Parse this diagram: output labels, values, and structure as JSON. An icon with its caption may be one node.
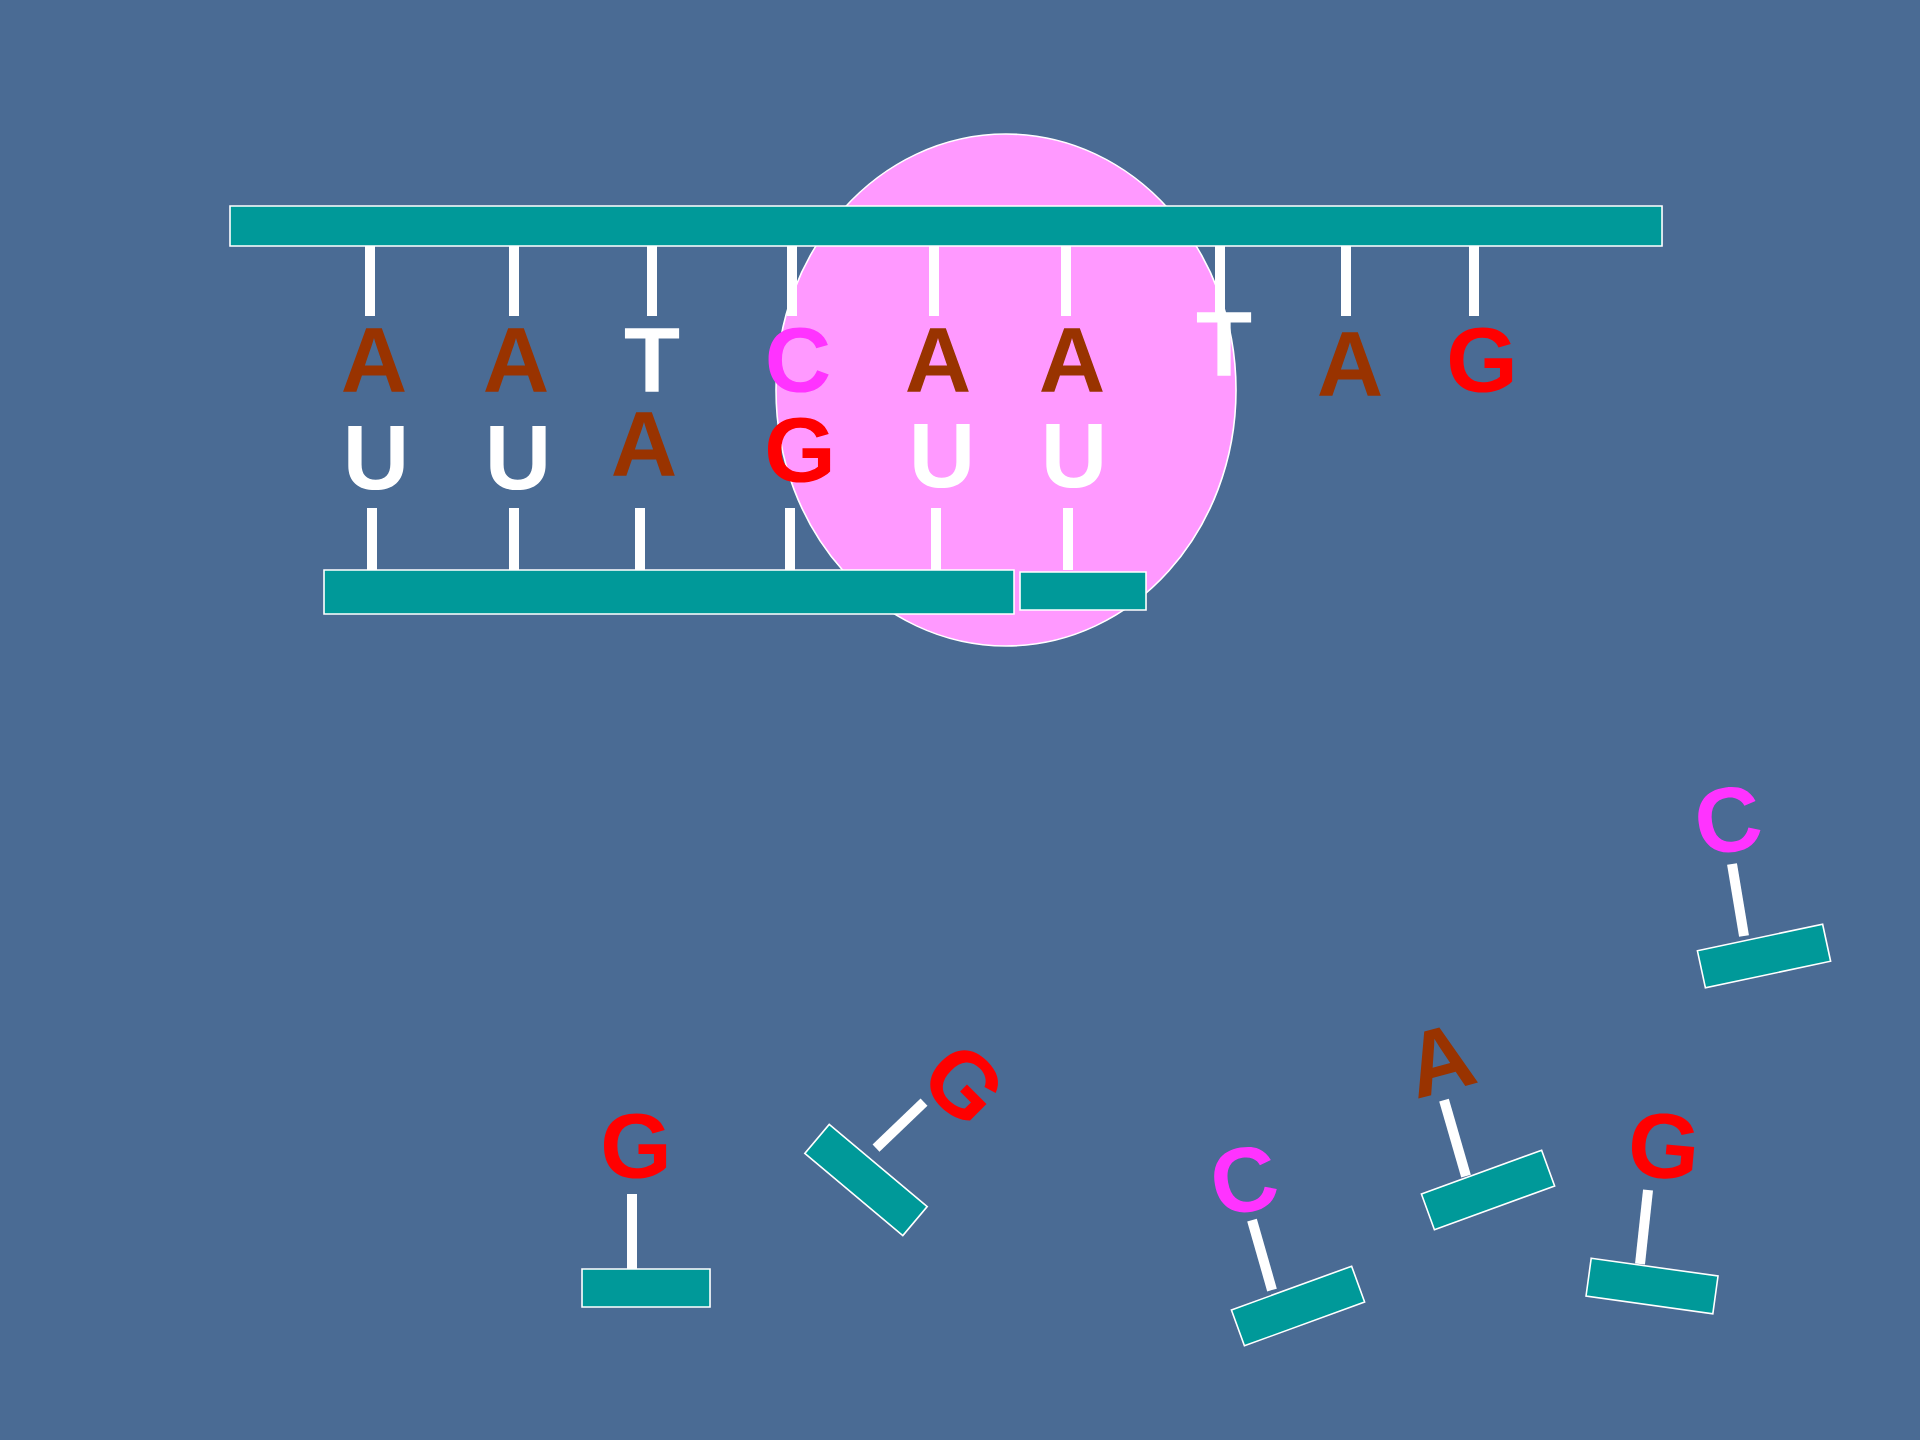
{
  "diagram": {
    "labels": [
      "A",
      "A",
      "T",
      "C",
      "A",
      "A",
      "T",
      "A",
      "G",
      "U",
      "U",
      "A",
      "G",
      "U",
      "U",
      "C",
      "G",
      "A",
      "G",
      "C",
      "G"
    ]
  }
}
